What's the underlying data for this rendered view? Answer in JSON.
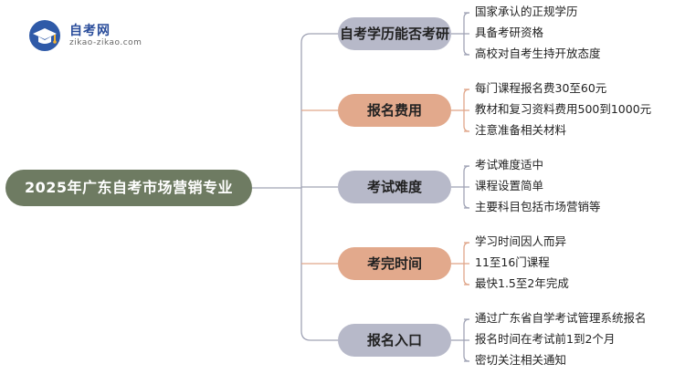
{
  "logo": {
    "name": "自考网",
    "url": "zikao-zikao.com"
  },
  "root": {
    "label": "2025年广东自考市场营销专业"
  },
  "branches": [
    {
      "label": "自考学历能否考研",
      "color": "#b7b9c9",
      "leaves": [
        "国家承认的正规学历",
        "具备考研资格",
        "高校对自考生持开放态度"
      ]
    },
    {
      "label": "报名费用",
      "color": "#e2a98c",
      "leaves": [
        "每门课程报名费30至60元",
        "教材和复习资料费用500到1000元",
        "注意准备相关材料"
      ]
    },
    {
      "label": "考试难度",
      "color": "#b7b9c9",
      "leaves": [
        "考试难度适中",
        "课程设置简单",
        "主要科目包括市场营销等"
      ]
    },
    {
      "label": "考完时间",
      "color": "#e2a98c",
      "leaves": [
        "学习时间因人而异",
        "11至16门课程",
        "最快1.5至2年完成"
      ]
    },
    {
      "label": "报名入口",
      "color": "#b7b9c9",
      "leaves": [
        "通过广东省自学考试管理系统报名",
        "报名时间在考试前1到2个月",
        "密切关注相关通知"
      ]
    }
  ],
  "colors": {
    "root": "#6e7b62",
    "branch_blue": "#b7b9c9",
    "branch_orange": "#e2a98c",
    "line": "#a0a3b5",
    "line_orange": "#e0a68a"
  }
}
